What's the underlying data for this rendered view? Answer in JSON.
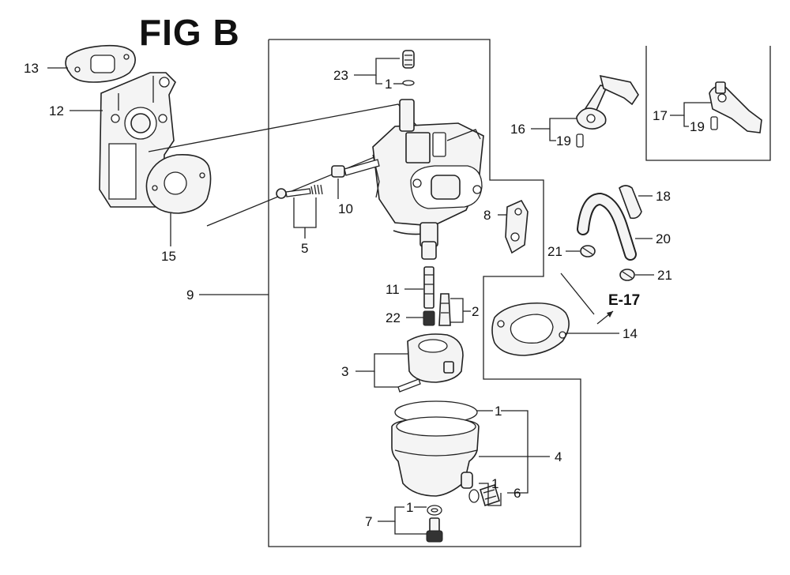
{
  "title": "FIG B",
  "reference": "E-17",
  "callouts": {
    "c13": "13",
    "c12": "12",
    "c15": "15",
    "c9": "9",
    "c23": "23",
    "c1_top": "1",
    "c10": "10",
    "c5": "5",
    "c8": "8",
    "c11": "11",
    "c22": "22",
    "c2": "2",
    "c3": "3",
    "c1_bowl": "1",
    "c4": "4",
    "c1_screw": "1",
    "c6": "6",
    "c1_bolt": "1",
    "c7": "7",
    "c16": "16",
    "c19_a": "19",
    "c17": "17",
    "c19_b": "19",
    "c18": "18",
    "c20": "20",
    "c21_a": "21",
    "c21_b": "21",
    "c14": "14"
  }
}
